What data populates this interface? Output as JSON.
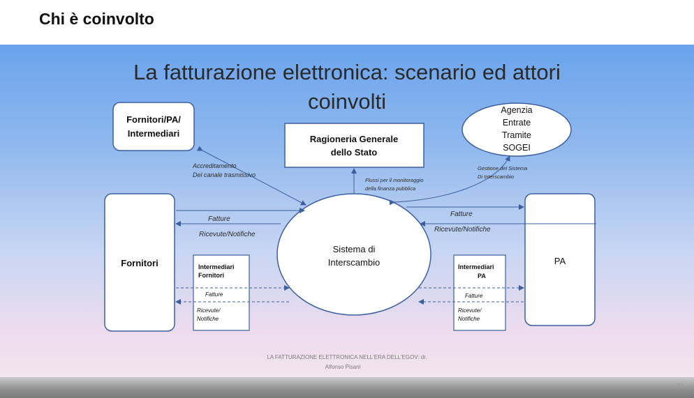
{
  "page": {
    "title": "Chi è coinvolto"
  },
  "slide": {
    "title_line1": "La fatturazione elettronica: scenario ed attori",
    "title_line2": "coinvolti",
    "boxes": {
      "fornitori_pa_intermediari": [
        "Fornitori/PA/",
        "Intermediari"
      ],
      "ragioneria": [
        "Ragioneria Generale",
        "dello Stato"
      ],
      "agenzia": [
        "Agenzia",
        "Entrate",
        "Tramite",
        "SOGEI"
      ],
      "fornitori": "Fornitori",
      "pa": "PA",
      "sistema": [
        "Sistema di",
        "Interscambio"
      ],
      "intermediari_fornitori": [
        "Intermediari",
        "Fornitori"
      ],
      "intermediari_pa": [
        "Intermediari",
        "PA"
      ]
    },
    "labels": {
      "accreditamento": [
        "Accreditamento",
        "Del canale trasmissivo"
      ],
      "flussi": [
        "Flussi per il monitoraggio",
        "della finanza pubblica"
      ],
      "gestione": [
        "Gestione del Sistema",
        "Di Interscambio"
      ],
      "fatture_left": "Fatture",
      "ricevute_left": "Ricevute/Notifiche",
      "fatture_right": "Fatture",
      "ricevute_right": "Ricevute/Notifiche",
      "int_forn_fatture": "Fatture",
      "int_forn_ricevute": [
        "Ricevute/",
        "Notifiche"
      ],
      "int_pa_fatture": "Fatture",
      "int_pa_ricevute": [
        "Ricevute/",
        "Notifiche"
      ]
    },
    "footer": [
      "LA FATTURAZIONE ELETTRONICA NELL'ERA DELL'EGOV: dr.",
      "Alfonso Pisani"
    ],
    "slide_number": "11"
  }
}
